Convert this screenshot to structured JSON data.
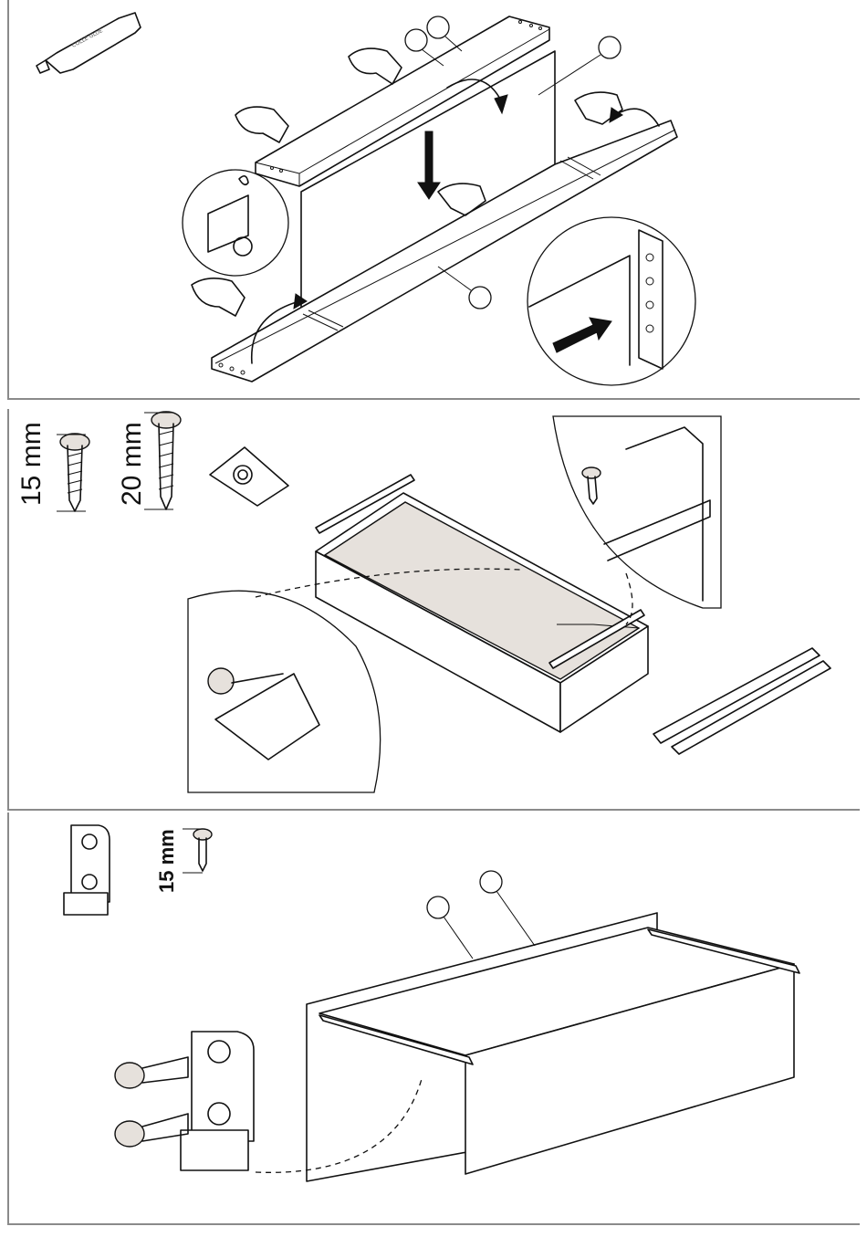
{
  "colors": {
    "line": "#111111",
    "panel_border": "#8a8a8a",
    "screw_shade": "#e6e1dc",
    "background": "#ffffff"
  },
  "panel1": {
    "glue_tube_label": "COLLE GLUE"
  },
  "panel2": {
    "screw_short_label": "15 mm",
    "screw_long_label": "20 mm"
  },
  "panel3": {
    "screw_label": "15 mm"
  }
}
